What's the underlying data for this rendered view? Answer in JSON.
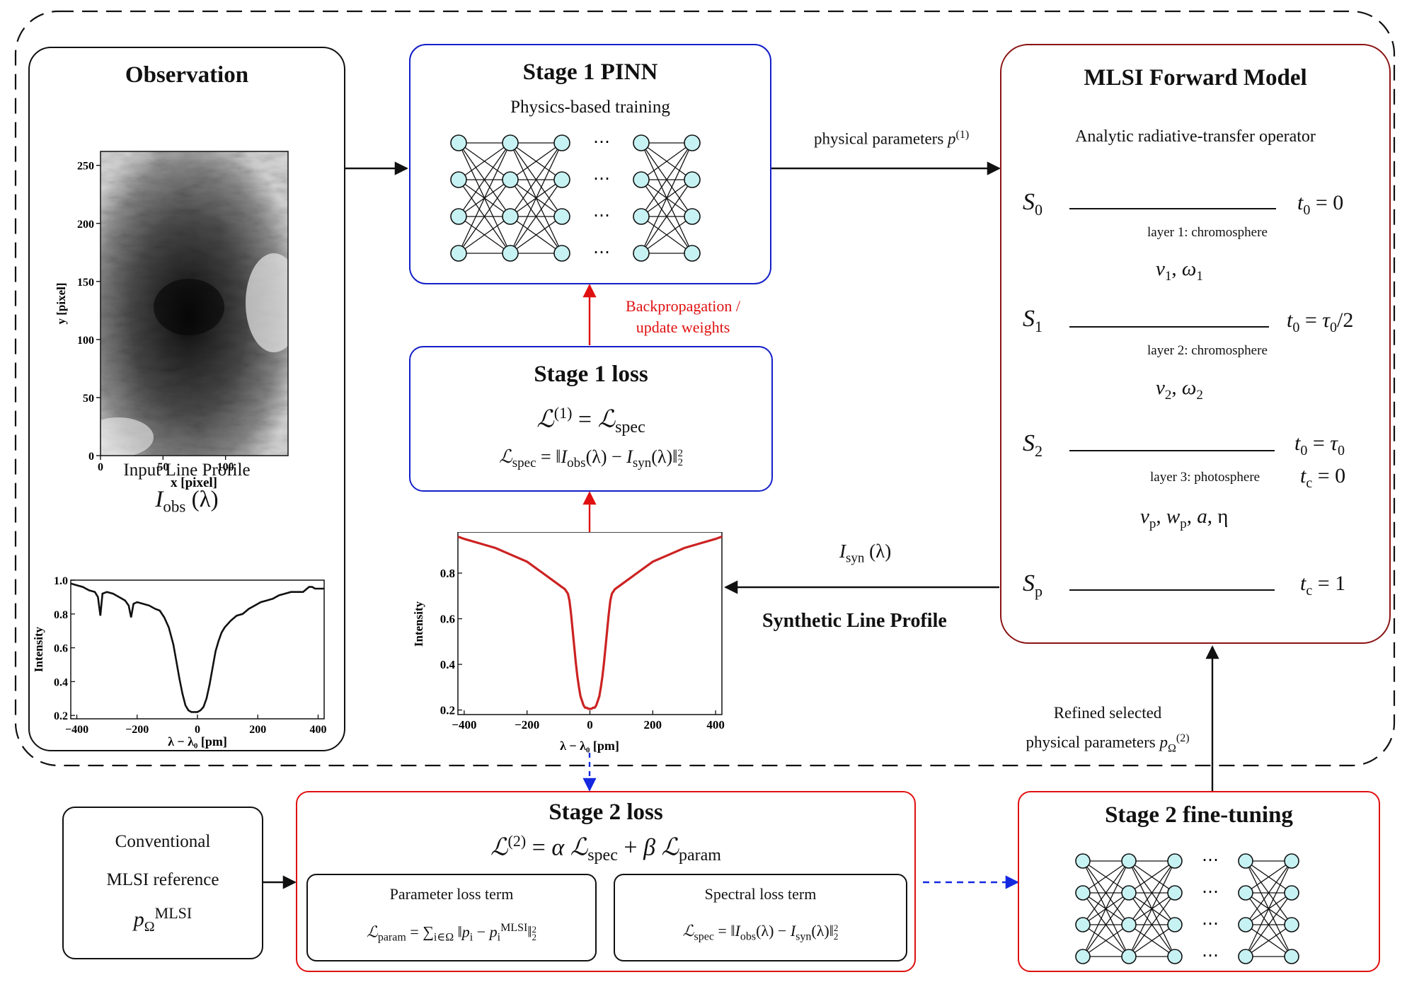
{
  "colors": {
    "blue": "#1420c8",
    "red": "#e01010",
    "darkred": "#8b1313",
    "node_fill": "#c7f2f3",
    "curve": "#cc2222"
  },
  "observation": {
    "title": "Observation",
    "ylabel": "y [pixel]",
    "xlabel": "x [pixel]",
    "y_ticks": [
      "250",
      "200",
      "150",
      "100",
      "50",
      "0"
    ],
    "x_ticks": [
      "0",
      "50",
      "100"
    ],
    "input_caption": "Input Line Profile",
    "i_obs_sym": "I",
    "i_obs_sub": "obs",
    "i_obs_arg": "(λ)"
  },
  "stage1_pinn": {
    "title": "Stage 1 PINN",
    "subtitle": "Physics-based training",
    "dots": "⋯"
  },
  "stage1_loss": {
    "title": "Stage 1 loss",
    "eq1": "ℒ(1) = ℒspec",
    "eq2": "ℒspec = ‖Iobs(λ) − Isyn(λ)‖²₂"
  },
  "arrows": {
    "physical_parameters": "physical parameters p(1)",
    "backprop_line1": "Backpropagation /",
    "backprop_line2": "update weights",
    "isyn": "Isyn (λ)",
    "synthetic": "Synthetic Line Profile",
    "refined_line1": "Refined selected",
    "refined_line2": "physical parameters pΩ(2)"
  },
  "mlsi": {
    "title": "MLSI Forward Model",
    "subtitle": "Analytic radiative-transfer operator",
    "layers": [
      {
        "s": "S0",
        "t": "t0 = 0",
        "layer": "layer 1: chromosphere",
        "params": "v1, ω1"
      },
      {
        "s": "S1",
        "t": "t0 = τ0/2",
        "layer": "layer 2: chromosphere",
        "params": "v2, ω2"
      },
      {
        "s": "S2",
        "t": "t0 = τ0",
        "t2": "tc = 0",
        "layer": "layer 3: photosphere",
        "params": "vp, wp, a, η"
      },
      {
        "s": "Sp",
        "t": "tc = 1"
      }
    ]
  },
  "obs_profile": {
    "ylabel": "Intensity",
    "xlabel": "λ − λ₀ [pm]",
    "y_ticks": [
      "1.0",
      "0.8",
      "0.6",
      "0.4",
      "0.2"
    ],
    "x_ticks": [
      "−400",
      "−200",
      "0",
      "200",
      "400"
    ]
  },
  "syn_profile": {
    "ylabel": "Intensity",
    "xlabel": "λ − λ₀ [pm]",
    "y_ticks": [
      "0.8",
      "0.6",
      "0.4",
      "0.2"
    ],
    "x_ticks": [
      "−400",
      "−200",
      "0",
      "200",
      "400"
    ]
  },
  "conventional": {
    "line1": "Conventional",
    "line2": "MLSI reference",
    "sym": "pΩMLSI"
  },
  "stage2_loss": {
    "title": "Stage 2 loss",
    "eq": "ℒ(2) = α ℒspec + β ℒparam",
    "param_title": "Parameter loss term",
    "param_eq": "ℒparam = ∑i∈Ω ‖pi − piMLSI‖²₂",
    "spec_title": "Spectral loss term",
    "spec_eq": "ℒspec = ‖Iobs(λ) − Isyn(λ)‖²₂"
  },
  "stage2_ft": {
    "title": "Stage 2 fine-tuning",
    "dots": "⋯"
  },
  "chart_data": [
    {
      "type": "line",
      "xlabel": "λ − λ₀ [pm]",
      "ylabel": "Intensity",
      "xlim": [
        -420,
        420
      ],
      "ylim": [
        0.18,
        1.0
      ],
      "series": [
        {
          "x": [
            -420,
            -400,
            -380,
            -360,
            -340,
            -330,
            -322,
            -315,
            -300,
            -280,
            -260,
            -240,
            -228,
            -220,
            -212,
            -200,
            -180,
            -160,
            -140,
            -125,
            -110,
            -95,
            -80,
            -70,
            -60,
            -50,
            -40,
            -30,
            -20,
            -10,
            0,
            10,
            20,
            30,
            40,
            50,
            60,
            70,
            80,
            90,
            110,
            130,
            150,
            170,
            190,
            210,
            230,
            250,
            270,
            290,
            310,
            330,
            350,
            370,
            380,
            390,
            400,
            420
          ],
          "y": [
            0.98,
            0.97,
            0.96,
            0.94,
            0.93,
            0.9,
            0.79,
            0.92,
            0.93,
            0.92,
            0.9,
            0.88,
            0.85,
            0.78,
            0.86,
            0.87,
            0.86,
            0.85,
            0.83,
            0.82,
            0.78,
            0.72,
            0.62,
            0.52,
            0.42,
            0.33,
            0.26,
            0.23,
            0.22,
            0.22,
            0.22,
            0.23,
            0.25,
            0.3,
            0.38,
            0.48,
            0.58,
            0.64,
            0.69,
            0.72,
            0.76,
            0.79,
            0.8,
            0.83,
            0.85,
            0.87,
            0.88,
            0.89,
            0.91,
            0.92,
            0.93,
            0.93,
            0.93,
            0.96,
            0.96,
            0.95,
            0.95,
            0.95
          ]
        }
      ]
    },
    {
      "type": "line",
      "xlabel": "λ − λ₀ [pm]",
      "ylabel": "Intensity",
      "xlim": [
        -420,
        420
      ],
      "ylim": [
        0.18,
        0.98
      ],
      "series": [
        {
          "x": [
            -420,
            -400,
            -350,
            -300,
            -250,
            -200,
            -150,
            -120,
            -100,
            -90,
            -80,
            -75,
            -70,
            -65,
            -60,
            -55,
            -50,
            -45,
            -40,
            -35,
            -30,
            -25,
            -20,
            -15,
            -10,
            -5,
            0,
            5,
            10,
            15,
            20,
            25,
            30,
            35,
            40,
            45,
            50,
            55,
            60,
            65,
            70,
            75,
            80,
            90,
            100,
            120,
            150,
            200,
            250,
            300,
            350,
            400,
            420
          ],
          "y": [
            0.96,
            0.95,
            0.93,
            0.91,
            0.88,
            0.85,
            0.8,
            0.77,
            0.75,
            0.74,
            0.73,
            0.72,
            0.71,
            0.68,
            0.62,
            0.55,
            0.48,
            0.41,
            0.35,
            0.3,
            0.26,
            0.24,
            0.22,
            0.21,
            0.21,
            0.205,
            0.205,
            0.205,
            0.21,
            0.21,
            0.22,
            0.24,
            0.26,
            0.3,
            0.35,
            0.41,
            0.48,
            0.55,
            0.62,
            0.68,
            0.71,
            0.72,
            0.73,
            0.74,
            0.75,
            0.77,
            0.8,
            0.85,
            0.88,
            0.91,
            0.93,
            0.95,
            0.96
          ]
        }
      ]
    }
  ]
}
